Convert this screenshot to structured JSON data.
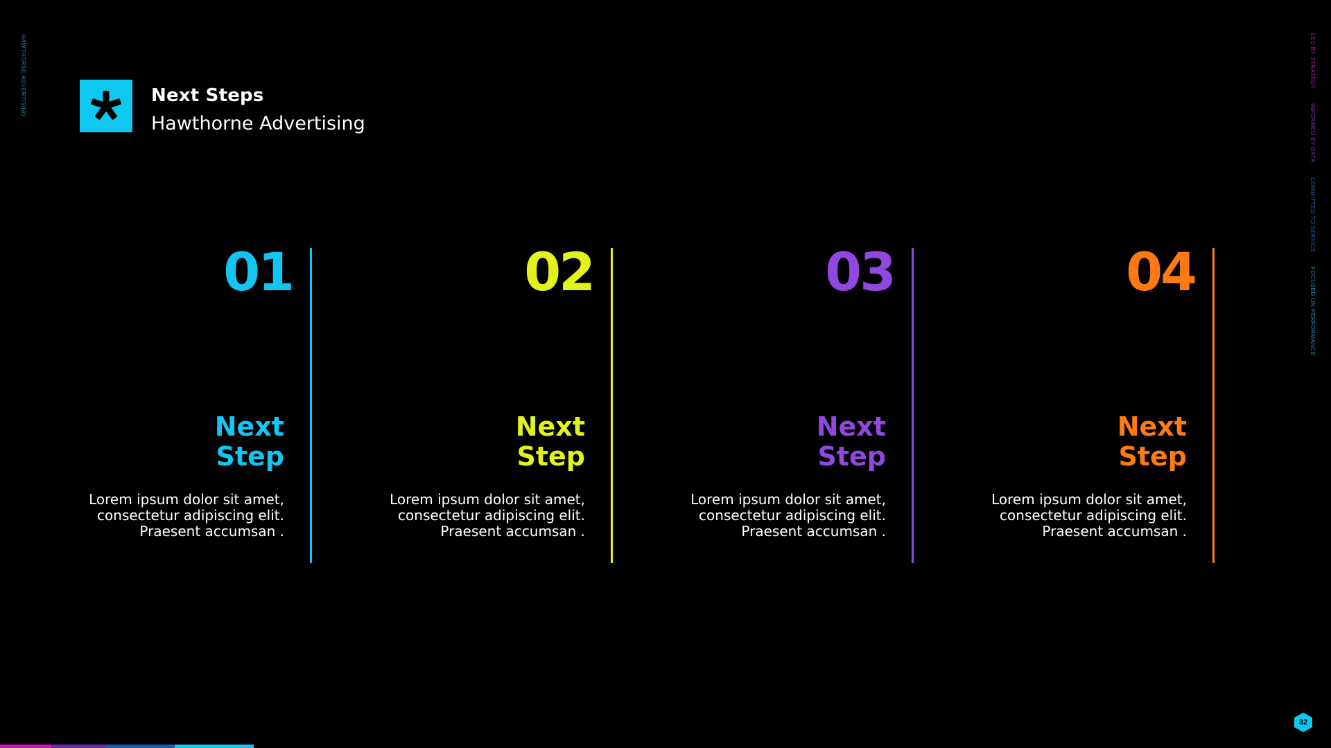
{
  "header": {
    "title": "Next Steps",
    "subtitle": "Hawthorne Advertising",
    "logo_icon": "asterisk-icon",
    "logo_color": "#0fc8f0"
  },
  "side_left": {
    "text": "HAWTHORNE ADVERTISING"
  },
  "side_right": {
    "items": [
      {
        "text": "LED BY STRATEGY",
        "color": "#b21aa6"
      },
      {
        "text": "INFORMED BY DATA",
        "color": "#7a3ab0"
      },
      {
        "text": "COMMITTED TO SERVICE",
        "color": "#2e5fa8"
      },
      {
        "text": "FOCUSED ON PERFORMANCE",
        "color": "#1e8fae"
      }
    ]
  },
  "steps": [
    {
      "number": "01",
      "heading_line1": "Next",
      "heading_line2": "Step",
      "description": "Lorem ipsum dolor sit amet, consectetur adipiscing elit. Praesent accumsan .",
      "color": "#12c6f3"
    },
    {
      "number": "02",
      "heading_line1": "Next",
      "heading_line2": "Step",
      "description": "Lorem ipsum dolor sit amet, consectetur adipiscing elit. Praesent accumsan .",
      "color": "#e3f21b"
    },
    {
      "number": "03",
      "heading_line1": "Next",
      "heading_line2": "Step",
      "description": "Lorem ipsum dolor sit amet, consectetur adipiscing elit. Praesent accumsan .",
      "color": "#9048e0"
    },
    {
      "number": "04",
      "heading_line1": "Next",
      "heading_line2": "Step",
      "description": "Lorem ipsum dolor sit amet, consectetur adipiscing elit. Praesent accumsan .",
      "color": "#ff7a12"
    }
  ],
  "page_number": "32",
  "page_badge_color": "#0fc8f0",
  "bottom_bar_colors": [
    "#d412c4",
    "#6a2aa8",
    "#1a5ab0",
    "#0fc8f0"
  ]
}
